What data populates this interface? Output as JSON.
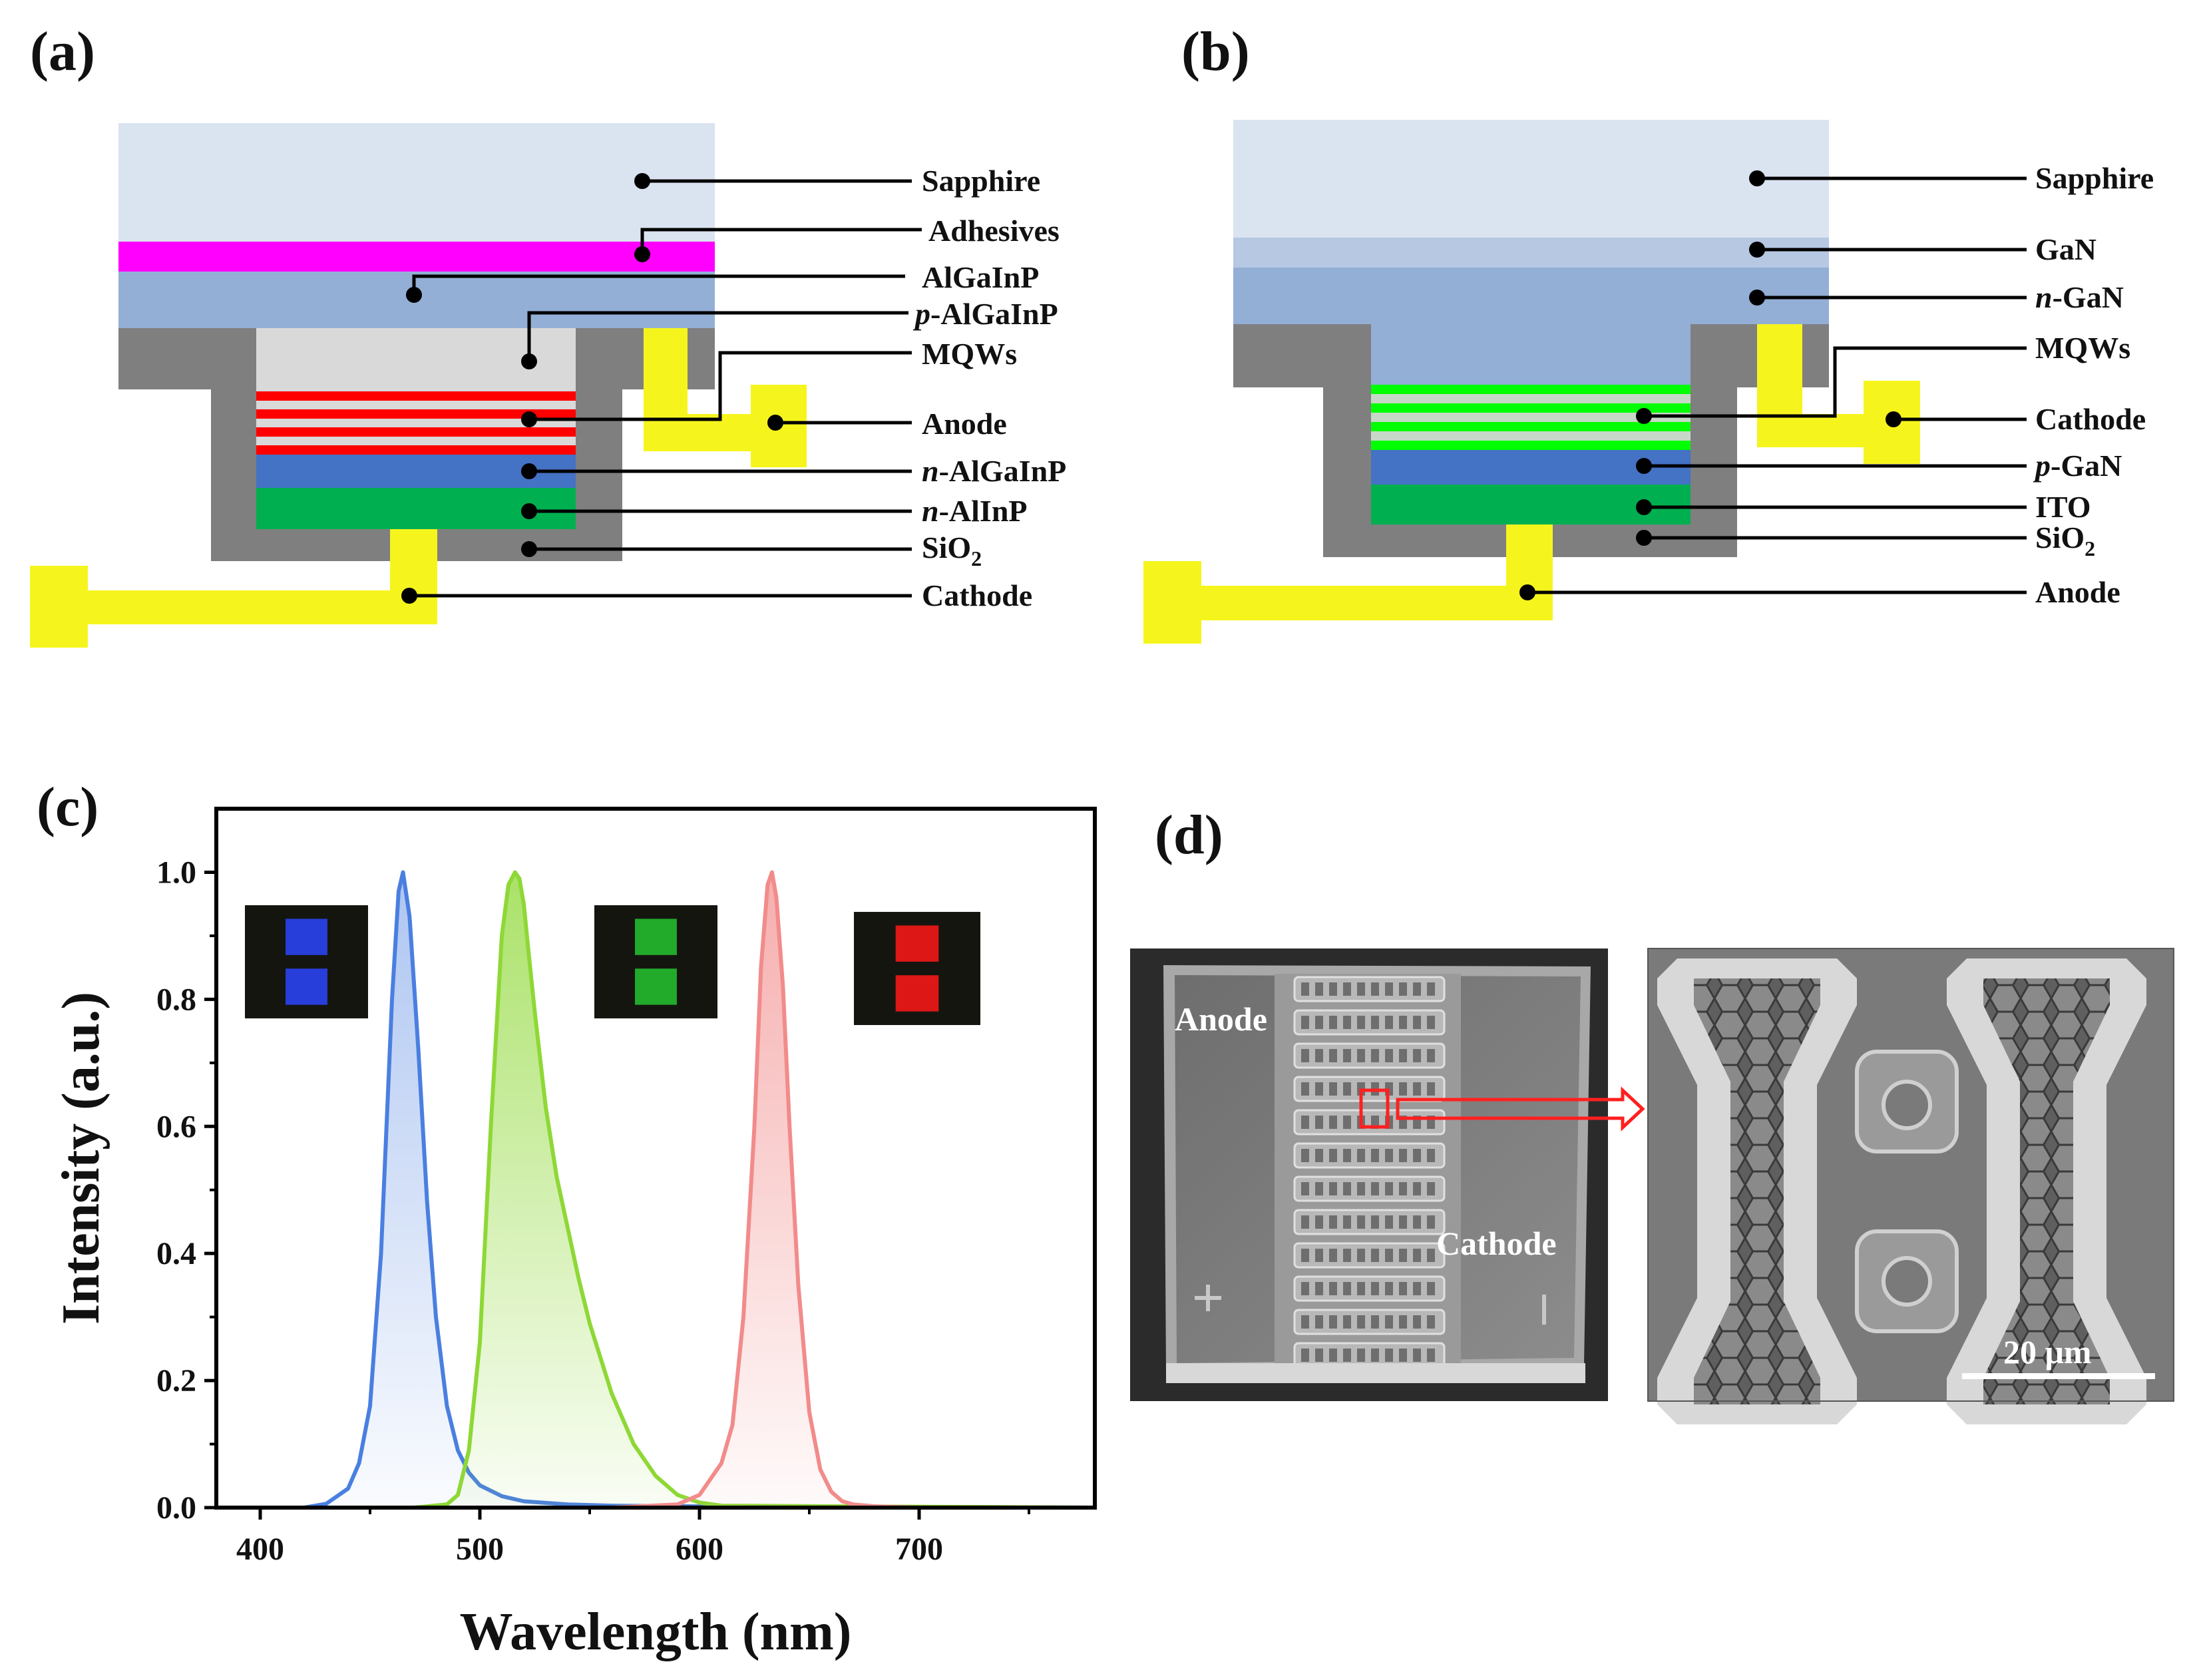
{
  "panels": {
    "a": {
      "letter": "(a)",
      "labels": {
        "sapphire": "Sapphire",
        "adhesives": "Adhesives",
        "algainp": "AlGaInP",
        "p_algainp_italic": "p",
        "p_algainp_rest": "-AlGaInP",
        "mqws": "MQWs",
        "anode": "Anode",
        "n_algainp_italic": "n",
        "n_algainp_rest": "-AlGaInP",
        "n_alinp_italic": "n",
        "n_alinp_rest": "-AlInP",
        "sio2_main": "SiO",
        "sio2_sub": "2",
        "cathode": "Cathode"
      }
    },
    "b": {
      "letter": "(b)",
      "labels": {
        "sapphire": "Sapphire",
        "gan": "GaN",
        "n_gan_italic": "n",
        "n_gan_rest": "-GaN",
        "mqws": "MQWs",
        "cathode": "Cathode",
        "p_gan_italic": "p",
        "p_gan_rest": "-GaN",
        "ito": "ITO",
        "sio2_main": "SiO",
        "sio2_sub": "2",
        "anode": "Anode"
      }
    },
    "c": {
      "letter": "(c)"
    },
    "d": {
      "letter": "(d)",
      "anode_label": "Anode",
      "cathode_label": "Cathode",
      "scale_bar": "20 μm"
    }
  },
  "colors": {
    "sapphire": "#dae3f0",
    "adhesives": "#ff00ff",
    "algainp": "#93afd6",
    "sio2": "#7f7f7f",
    "p_algainp": "#d9d9d9",
    "mqw_red": "#ff0000",
    "n_layer_blue": "#4472c4",
    "n_alinp_green": "#00b050",
    "electrode": "#f5f51d",
    "gan_light": "#b6c8e2",
    "mqw_green": "#00ff00",
    "ito_green": "#00b050",
    "blue_curve": "#4a7fe0",
    "green_curve": "#8ed836",
    "red_curve": "#f28b8b"
  },
  "chart_data": {
    "type": "line",
    "title": "",
    "xlabel": "Wavelength (nm)",
    "ylabel": "Intensity (a.u.)",
    "xlim": [
      380,
      780
    ],
    "ylim": [
      0,
      1.1
    ],
    "xticks": [
      "400",
      "500",
      "600",
      "700"
    ],
    "yticks": [
      "0.0",
      "0.2",
      "0.4",
      "0.6",
      "0.8",
      "1.0"
    ],
    "series": [
      {
        "color": "#4a7fe0",
        "x": [
          380,
          420,
          430,
          440,
          445,
          450,
          455,
          460,
          463,
          465,
          468,
          472,
          476,
          480,
          485,
          490,
          495,
          500,
          510,
          520,
          540,
          560,
          600,
          700,
          780
        ],
        "y": [
          0.0,
          0.0,
          0.006,
          0.03,
          0.07,
          0.16,
          0.4,
          0.8,
          0.97,
          1.0,
          0.93,
          0.72,
          0.48,
          0.3,
          0.16,
          0.09,
          0.055,
          0.035,
          0.018,
          0.01,
          0.005,
          0.003,
          0.002,
          0.001,
          0.0
        ]
      },
      {
        "color": "#8ed836",
        "x": [
          470,
          485,
          490,
          495,
          500,
          505,
          510,
          513,
          516,
          518,
          520,
          522,
          525,
          530,
          535,
          540,
          545,
          550,
          560,
          570,
          580,
          590,
          600,
          610,
          780
        ],
        "y": [
          0.0,
          0.005,
          0.02,
          0.09,
          0.26,
          0.6,
          0.9,
          0.98,
          1.0,
          0.99,
          0.95,
          0.88,
          0.78,
          0.63,
          0.52,
          0.44,
          0.36,
          0.29,
          0.18,
          0.1,
          0.05,
          0.02,
          0.008,
          0.003,
          0.0
        ]
      },
      {
        "color": "#f28b8b",
        "x": [
          560,
          590,
          600,
          610,
          615,
          620,
          625,
          628,
          631,
          633,
          635,
          638,
          641,
          645,
          650,
          655,
          660,
          665,
          670,
          680,
          700,
          780
        ],
        "y": [
          0.0,
          0.005,
          0.02,
          0.07,
          0.13,
          0.3,
          0.6,
          0.85,
          0.98,
          1.0,
          0.96,
          0.82,
          0.6,
          0.35,
          0.15,
          0.06,
          0.025,
          0.01,
          0.005,
          0.002,
          0.0,
          0.0
        ]
      }
    ],
    "grid": false,
    "legend": "none"
  }
}
